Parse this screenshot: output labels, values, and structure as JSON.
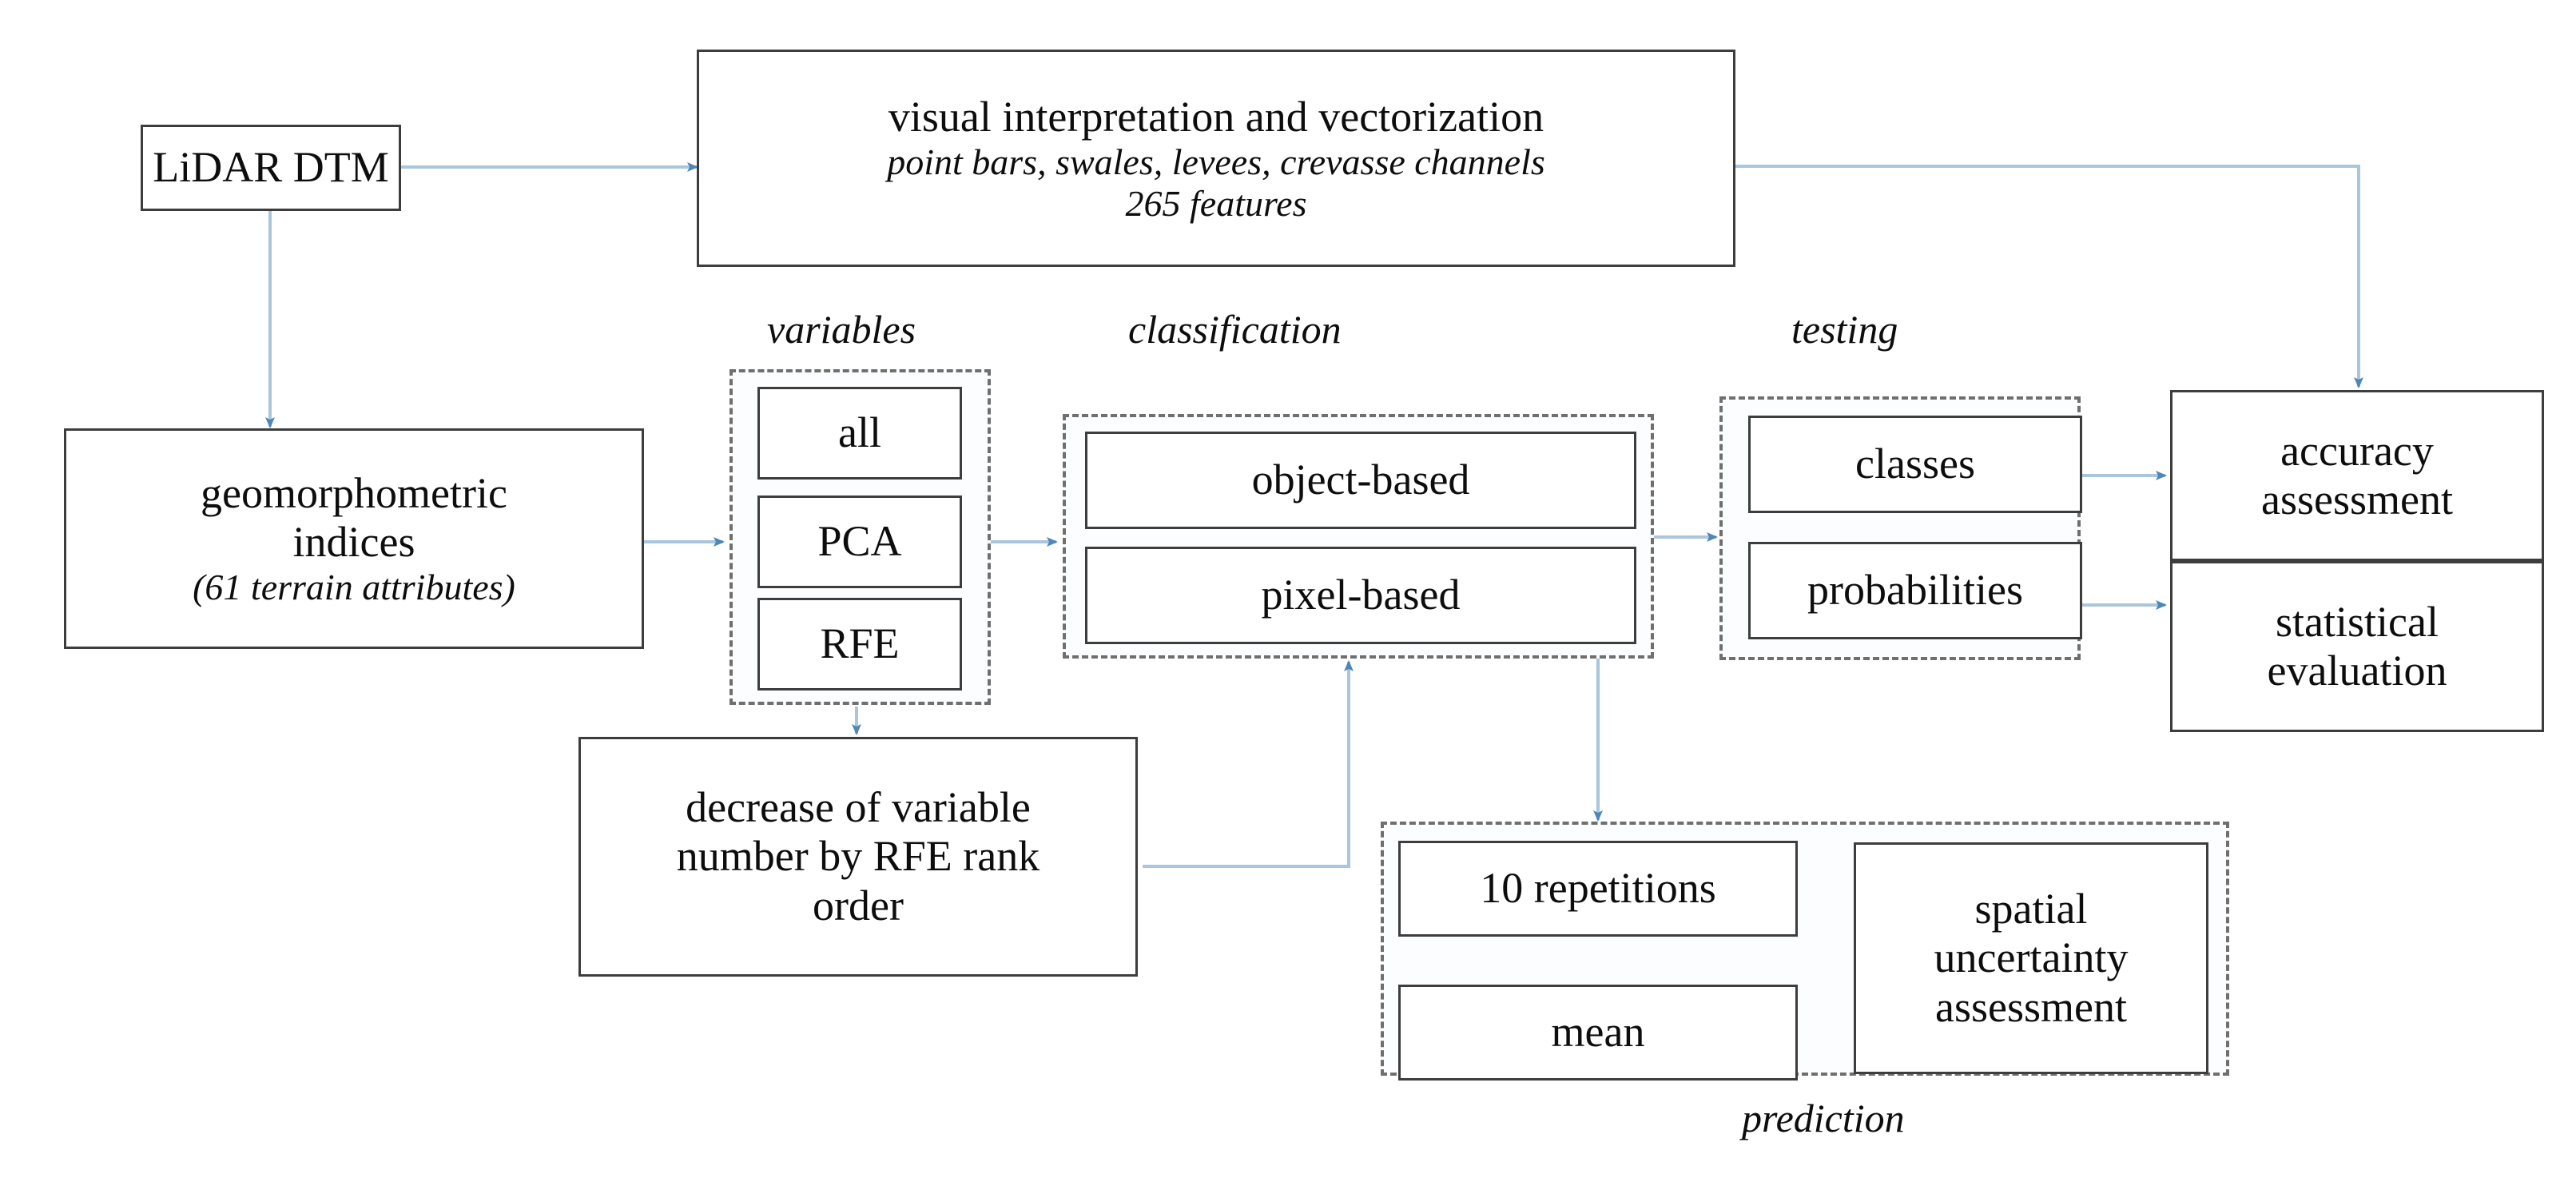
{
  "diagram": {
    "title": "LiDAR-based geomorphological mapping and classification workflow",
    "colors": {
      "edge_line": "#a9c6dd",
      "edge_arrowhead": "#4e86b6",
      "node_border": "#3d3d3d",
      "group_border": "#6f6f6f",
      "group_fill": "#fbfdfe",
      "background": "#ffffff",
      "text": "#0d0d0d"
    }
  },
  "nodes": {
    "lidar_dtm": {
      "label": "LiDAR DTM"
    },
    "visual_interpretation": {
      "line1": "visual interpretation and vectorization",
      "line2": "point bars, swales, levees, crevasse channels",
      "line3": "265 features"
    },
    "geomorphometric_indices": {
      "line1": "geomorphometric",
      "line2": "indices",
      "line3": "(61 terrain attributes)"
    },
    "variables_all": {
      "label": "all"
    },
    "variables_pca": {
      "label": "PCA"
    },
    "variables_rfe": {
      "label": "RFE"
    },
    "object_based": {
      "label": "object-based"
    },
    "pixel_based": {
      "label": "pixel-based"
    },
    "classes": {
      "label": "classes"
    },
    "probabilities": {
      "label": "probabilities"
    },
    "accuracy_assessment": {
      "line1": "accuracy",
      "line2": "assessment"
    },
    "statistical_evaluation": {
      "line1": "statistical",
      "line2": "evaluation"
    },
    "decrease_variable_number": {
      "line1": "decrease of variable",
      "line2": "number by RFE rank",
      "line3": "order"
    },
    "ten_repetitions": {
      "label": "10 repetitions"
    },
    "mean": {
      "label": "mean"
    },
    "spatial_uncertainty": {
      "line1": "spatial",
      "line2": "uncertainty",
      "line3": "assessment"
    }
  },
  "groups": {
    "variables": {
      "label": "variables"
    },
    "classification": {
      "label": "classification"
    },
    "testing": {
      "label": "testing"
    },
    "prediction": {
      "label": "prediction"
    }
  },
  "edges": [
    {
      "from": "lidar_dtm",
      "to": "visual_interpretation"
    },
    {
      "from": "lidar_dtm",
      "to": "geomorphometric_indices"
    },
    {
      "from": "geomorphometric_indices",
      "to": "variables"
    },
    {
      "from": "variables",
      "to": "classification"
    },
    {
      "from": "classification",
      "to": "testing"
    },
    {
      "from": "classes",
      "to": "accuracy_assessment"
    },
    {
      "from": "probabilities",
      "to": "statistical_evaluation"
    },
    {
      "from": "visual_interpretation",
      "to": "accuracy_assessment"
    },
    {
      "from": "variables_rfe",
      "to": "decrease_variable_number"
    },
    {
      "from": "decrease_variable_number",
      "to": "pixel_based"
    },
    {
      "from": "classification",
      "to": "prediction"
    },
    {
      "from": "ten_repetitions",
      "to": "mean"
    },
    {
      "from": "mean",
      "to": "spatial_uncertainty"
    }
  ]
}
